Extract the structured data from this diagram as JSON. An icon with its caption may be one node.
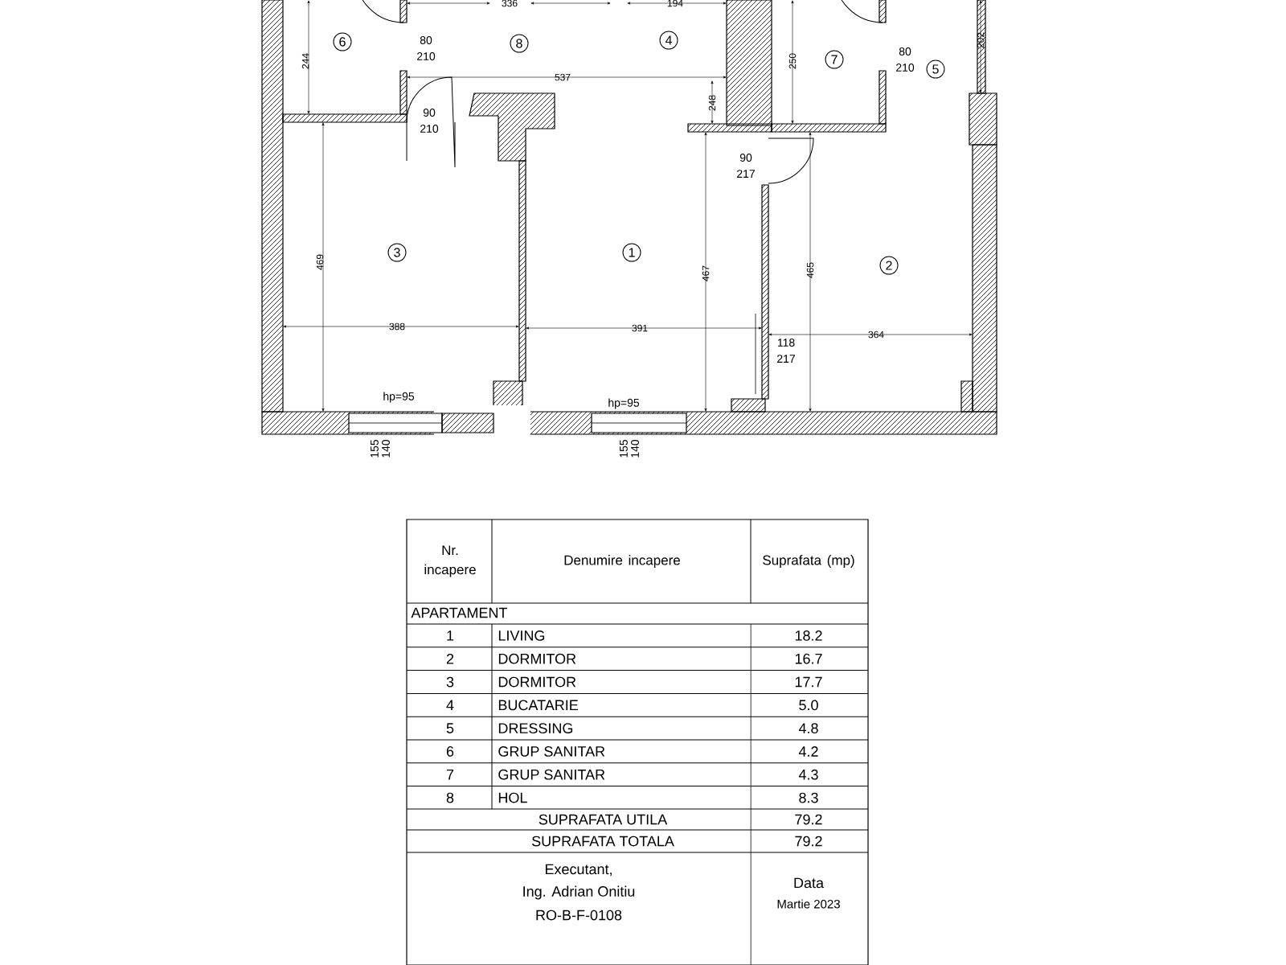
{
  "diagram": {
    "nodes": [
      {
        "text": [
          "6"
        ]
      },
      {
        "text": [
          "8"
        ]
      },
      {
        "text": [
          "4"
        ]
      },
      {
        "text": [
          "7"
        ]
      },
      {
        "text": [
          "5"
        ]
      },
      {
        "text": [
          "3"
        ]
      },
      {
        "text": [
          "1"
        ]
      },
      {
        "text": [
          "2"
        ]
      }
    ],
    "labels": [
      "244",
      "336",
      "194",
      "80",
      "210",
      "537",
      "248",
      "90",
      "210",
      "250",
      "80",
      "210",
      "202",
      "90",
      "217",
      "469",
      "388",
      "391",
      "467",
      "465",
      "118",
      "217",
      "364",
      "hp=95",
      "hp=95",
      "155",
      "140",
      "155",
      "140",
      "Nr. incapere",
      "Denumire incapere",
      "Suprafata (mp)",
      "APARTAMENT",
      "1",
      "LIVING",
      "18.2",
      "2",
      "DORMITOR",
      "16.7",
      "3",
      "DORMITOR",
      "17.7",
      "4",
      "BUCATARIE",
      "5.0",
      "5",
      "DRESSING",
      "4.8",
      "6",
      "GRUP SANITAR",
      "4.2",
      "7",
      "GRUP SANITAR",
      "4.3",
      "8",
      "HOL",
      "8.3",
      "SUPRAFATA UTILA",
      "79.2",
      "SUPRAFATA TOTALA",
      "79.2",
      "Executant,",
      "Ing. Adrian Onitiu",
      "RO-B-F-0108",
      "Data",
      "Martie 2023"
    ]
  }
}
